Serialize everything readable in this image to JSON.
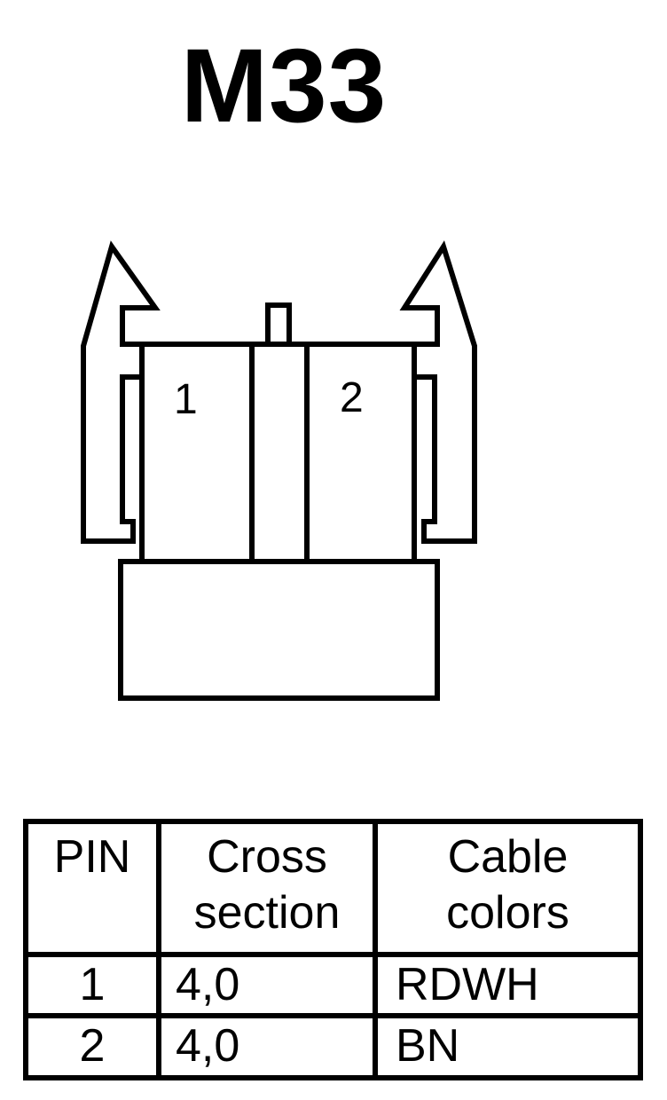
{
  "title": "M33",
  "connector": {
    "pin_labels": [
      "1",
      "2"
    ]
  },
  "table": {
    "headers": [
      [
        "PIN"
      ],
      [
        "Cross",
        "section"
      ],
      [
        "Cable",
        "colors"
      ]
    ],
    "rows": [
      {
        "pin": "1",
        "cross_section": "4,0",
        "cable_colors": "RDWH"
      },
      {
        "pin": "2",
        "cross_section": "4,0",
        "cable_colors": "BN"
      }
    ]
  },
  "colors": {
    "ink": "#000000",
    "paper": "#ffffff"
  }
}
